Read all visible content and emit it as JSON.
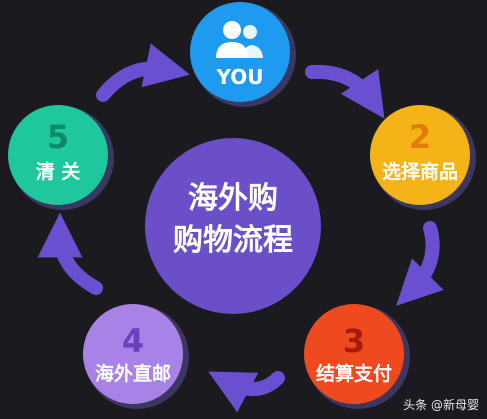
{
  "center": {
    "line1": "海外购",
    "line2": "购物流程",
    "color": "#6a4fc9"
  },
  "steps": [
    {
      "id": "you",
      "number": "",
      "label": "YOU",
      "color": "#1e9bf0",
      "icon": "users-icon"
    },
    {
      "id": "2",
      "number": "2",
      "label": "选择商品",
      "color": "#f4b417",
      "number_color": "#e07b0c"
    },
    {
      "id": "3",
      "number": "3",
      "label": "结算支付",
      "color": "#ef4a1f",
      "number_color": "#a8190f"
    },
    {
      "id": "4",
      "number": "4",
      "label": "海外直邮",
      "color": "#a882e6",
      "number_color": "#6a3fc0"
    },
    {
      "id": "5",
      "number": "5",
      "label": "清 关",
      "color": "#1ec79c",
      "number_color": "#0b8b67"
    }
  ],
  "arrow_color": "#6a4fd0",
  "shadow_color": "#3a3760",
  "watermark": "头条 @新母婴"
}
